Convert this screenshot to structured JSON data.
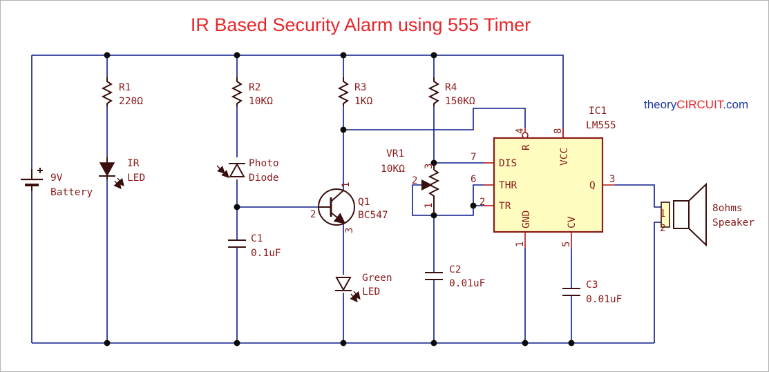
{
  "title": "IR Based Security Alarm using 555 Timer",
  "brand": {
    "prefix": "theory",
    "highlight": "CIRCUIT",
    "suffix": ".com",
    "prefix_color": "#1e3a9e",
    "highlight_color": "#e8262a",
    "suffix_color": "#1e3a9e"
  },
  "components": {
    "battery": {
      "name": "9V",
      "desc": "Battery"
    },
    "r1": {
      "ref": "R1",
      "value": "220Ω"
    },
    "ir_led": {
      "line1": "IR",
      "line2": "LED"
    },
    "r2": {
      "ref": "R2",
      "value": "10KΩ"
    },
    "photo_diode": {
      "line1": "Photo",
      "line2": "Diode"
    },
    "c1": {
      "ref": "C1",
      "value": "0.1uF"
    },
    "r3": {
      "ref": "R3",
      "value": "1KΩ"
    },
    "q1": {
      "ref": "Q1",
      "value": "BC547",
      "pin1": "1",
      "pin2": "2",
      "pin3": "3"
    },
    "green_led": {
      "line1": "Green",
      "line2": "LED"
    },
    "r4": {
      "ref": "R4",
      "value": "150KΩ"
    },
    "vr1": {
      "ref": "VR1",
      "value": "10KΩ",
      "pin1": "1",
      "pin2": "2",
      "pin3": "3"
    },
    "c2": {
      "ref": "C2",
      "value": "0.01uF"
    },
    "ic1": {
      "ref": "IC1",
      "value": "LM555",
      "pins": {
        "dis": "DIS",
        "thr": "THR",
        "tr": "TR",
        "gnd": "GND",
        "cv": "CV",
        "q": "Q",
        "vcc": "VCC",
        "r": "R",
        "n7": "7",
        "n6": "6",
        "n2": "2",
        "n1": "1",
        "n5": "5",
        "n3": "3",
        "n8": "8",
        "n4": "4"
      }
    },
    "c3": {
      "ref": "C3",
      "value": "0.01uF"
    },
    "speaker": {
      "line1": "8ohms",
      "line2": "Speaker",
      "pin1": "1",
      "pin2": "2"
    }
  }
}
